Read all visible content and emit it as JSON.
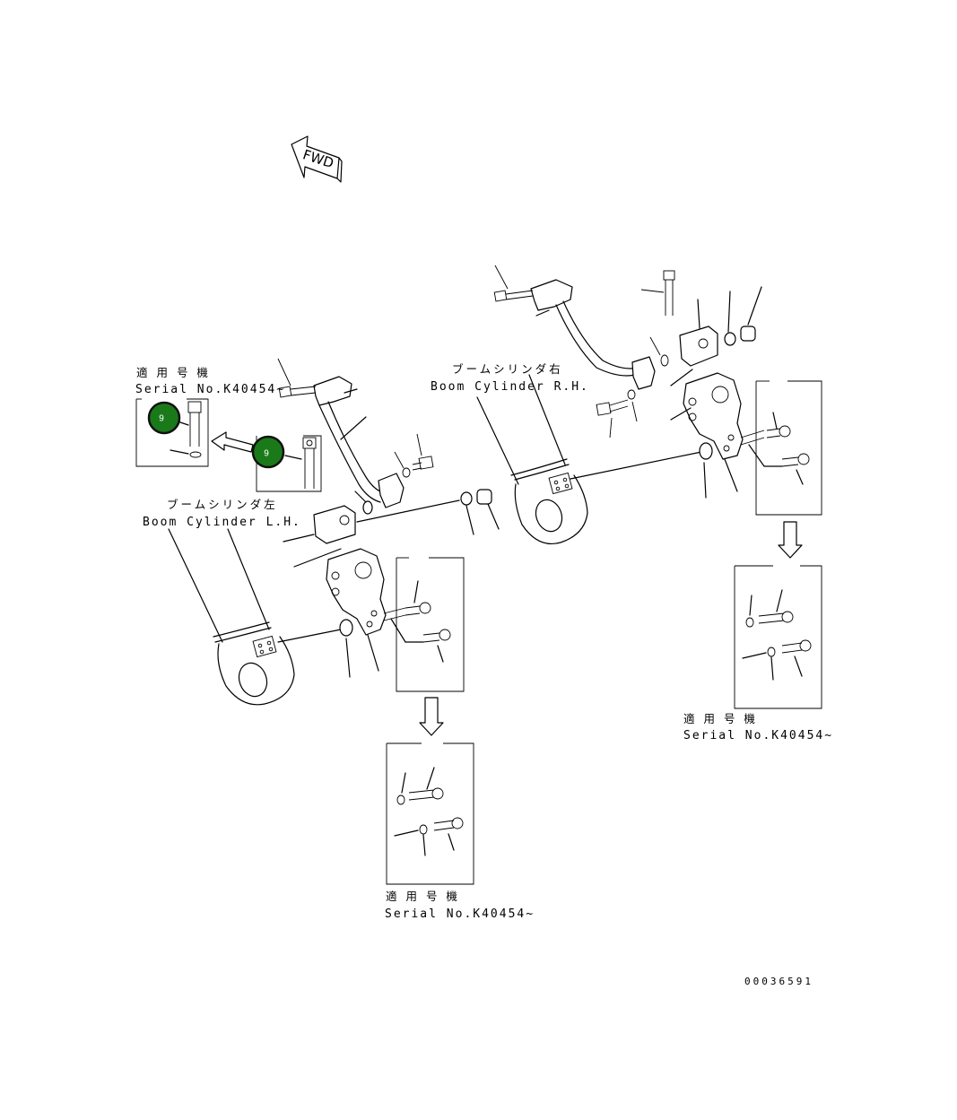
{
  "fwd_label": "FWD",
  "applicable_jp": "適 用 号 機",
  "serial": "Serial No.K40454~",
  "boom_rh": {
    "jp": "ブームシリンダ右",
    "en": "Boom Cylinder R.H."
  },
  "boom_lh": {
    "jp": "ブームシリンダ左",
    "en": "Boom Cylinder L.H."
  },
  "part_markers": [
    "9",
    "9"
  ],
  "marker_color": "#1a7a1a",
  "drawing_number": "00036591"
}
